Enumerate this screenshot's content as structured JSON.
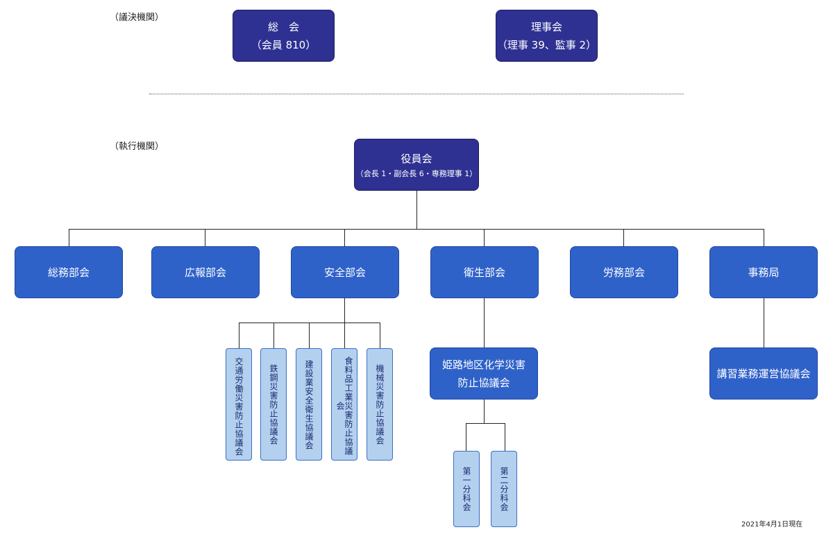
{
  "labels": {
    "legislative": "（議決機関）",
    "executive": "（執行機関）",
    "date": "2021年4月1日現在"
  },
  "top": {
    "general_assembly": {
      "line1": "総　会",
      "line2": "（会員 810）"
    },
    "board": {
      "line1": "理事会",
      "line2": "（理事 39、監事 2）"
    }
  },
  "officers": {
    "title": "役員会",
    "detail": "（会長 1・副会長 6・専務理事 1）"
  },
  "departments": [
    {
      "label": "総務部会"
    },
    {
      "label": "広報部会"
    },
    {
      "label": "安全部会"
    },
    {
      "label": "衛生部会"
    },
    {
      "label": "労務部会"
    },
    {
      "label": "事務局"
    }
  ],
  "safety_councils": [
    {
      "label": "交通労働災害防止協議会"
    },
    {
      "label": "鉄鋼災害防止協議会"
    },
    {
      "label": "建設業安全衛生協議会"
    },
    {
      "label": "食料品工業災害防止協議会"
    },
    {
      "label": "機械災害防止協議会"
    }
  ],
  "hygiene_council": {
    "line1": "姫路地区化学災害",
    "line2": "防止協議会"
  },
  "subcommittees": [
    {
      "label": "第一分科会"
    },
    {
      "label": "第二分科会"
    }
  ],
  "secretariat_council": {
    "label": "講習業務運営協議会"
  },
  "colors": {
    "dark": "#2e3192",
    "mid": "#2f62c9",
    "light": "#b3d0ef"
  }
}
